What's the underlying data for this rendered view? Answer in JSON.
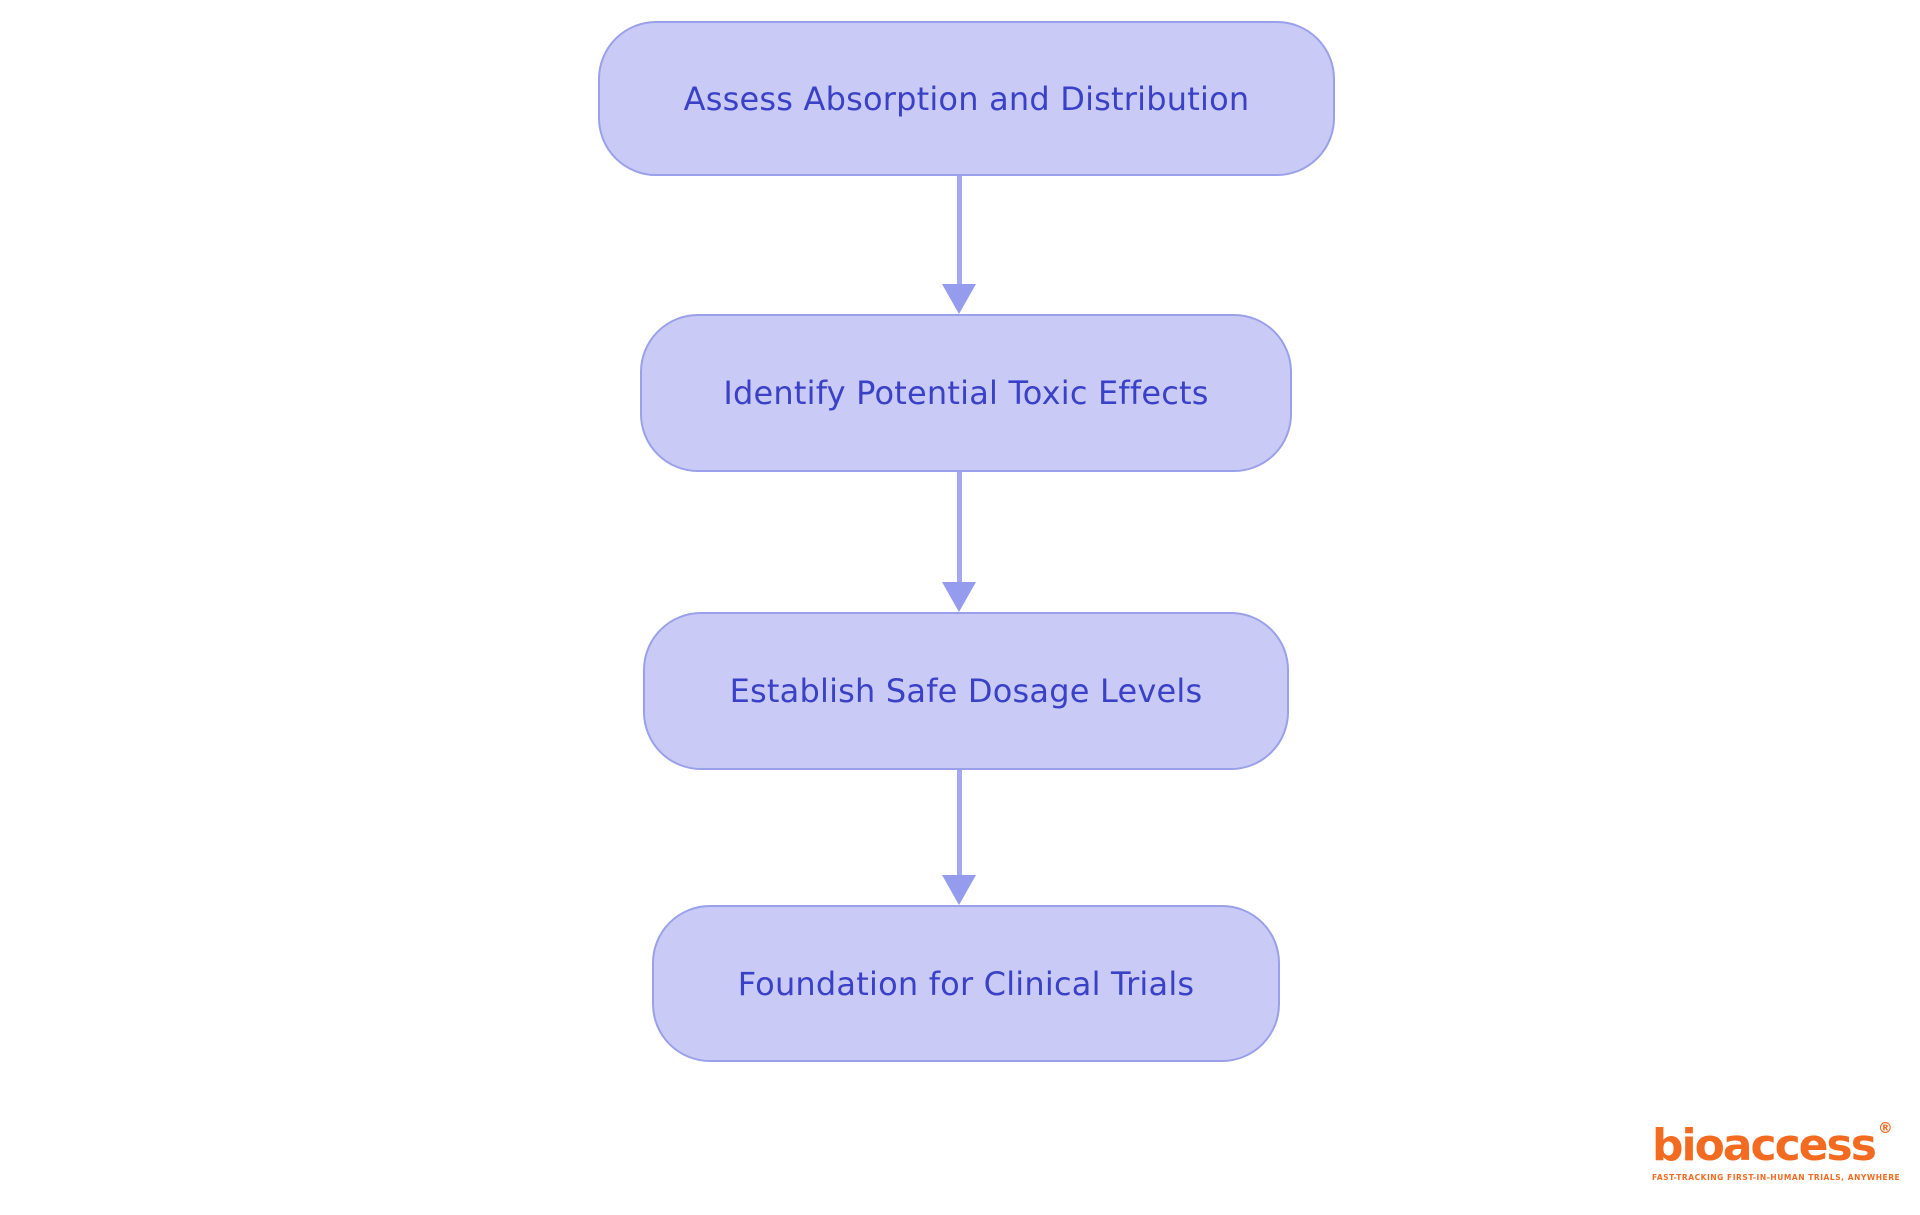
{
  "colors": {
    "background": "#ffffff",
    "node_fill": "#c9cbf6",
    "node_border": "#9aa0e9",
    "node_text": "#3a41c6",
    "arrow_line": "#a3a8f0",
    "arrow_head": "#959cee",
    "logo_orange": "#f26b21"
  },
  "flowchart": {
    "nodes": [
      {
        "id": "assess-absorption-distribution",
        "label": "Assess Absorption and Distribution"
      },
      {
        "id": "identify-potential-toxic-effects",
        "label": "Identify Potential Toxic Effects"
      },
      {
        "id": "establish-safe-dosage-levels",
        "label": "Establish Safe Dosage Levels"
      },
      {
        "id": "foundation-for-clinical-trials",
        "label": "Foundation for Clinical Trials"
      }
    ],
    "edges": [
      {
        "from": "assess-absorption-distribution",
        "to": "identify-potential-toxic-effects"
      },
      {
        "from": "identify-potential-toxic-effects",
        "to": "establish-safe-dosage-levels"
      },
      {
        "from": "establish-safe-dosage-levels",
        "to": "foundation-for-clinical-trials"
      }
    ]
  },
  "logo": {
    "brand": "bioaccess",
    "registered_mark": "®",
    "tagline": "FAST-TRACKING FIRST-IN-HUMAN TRIALS, ANYWHERE"
  }
}
